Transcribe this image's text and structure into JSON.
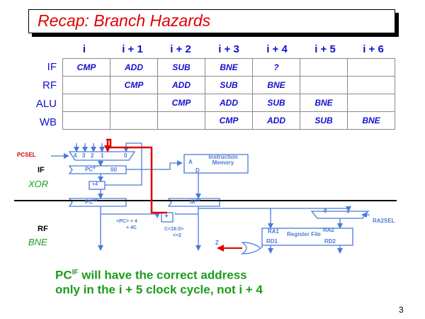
{
  "title": "Recap: Branch Hazards",
  "columns": [
    "i",
    "i + 1",
    "i + 2",
    "i + 3",
    "i + 4",
    "i + 5",
    "i + 6"
  ],
  "stages": [
    {
      "name": "IF",
      "cells": [
        "CMP",
        "ADD",
        "SUB",
        "BNE",
        "?",
        "",
        ""
      ]
    },
    {
      "name": "RF",
      "cells": [
        "",
        "CMP",
        "ADD",
        "SUB",
        "BNE",
        "",
        ""
      ]
    },
    {
      "name": "ALU",
      "cells": [
        "",
        "",
        "CMP",
        "ADD",
        "SUB",
        "BNE",
        ""
      ]
    },
    {
      "name": "WB",
      "cells": [
        "",
        "",
        "",
        "CMP",
        "ADD",
        "SUB",
        "BNE"
      ]
    }
  ],
  "diagram": {
    "pcsel": "PCSEL",
    "mux_inputs": [
      "4",
      "3",
      "2",
      "1",
      "0"
    ],
    "pc_if": "PC",
    "pc_if_sup": "IF",
    "pc_if_low": "00",
    "plus4": "+4",
    "pc_rf": "PC",
    "pc_rf_sup": "RF",
    "ir_rf": "IR",
    "ir_rf_sup": "RF",
    "imem_a": "A",
    "imem_d": "D",
    "imem_title": "Instruction Memory",
    "stage_if": "IF",
    "stage_xor": "XOR",
    "stage_rf": "RF",
    "stage_bne": "BNE",
    "adder": "+",
    "adder_note_1": "<PC> + 4",
    "adder_note_2": "+ 4C",
    "offset_1": "C<16:0>",
    "offset_2": "<<2",
    "regfile": "Register File",
    "ra1": "RA1",
    "ra2": "RA2",
    "rd1": "RD1",
    "rd2": "RD2",
    "ra2sel": "RA2SEL",
    "mux2_0": "0",
    "mux2_1": "1",
    "z": "Z"
  },
  "colors": {
    "title": "#e00000",
    "blue": "#1111cc",
    "diagram": "#4a7ad8",
    "red": "#e00000",
    "green": "#1c9c1c"
  },
  "conclusion": {
    "l1_a": "PC",
    "l1_sup": "IF",
    "l1_b": " will have the correct address",
    "l2": "only in the i + 5 clock cycle, not i + 4"
  },
  "page_number": "3"
}
